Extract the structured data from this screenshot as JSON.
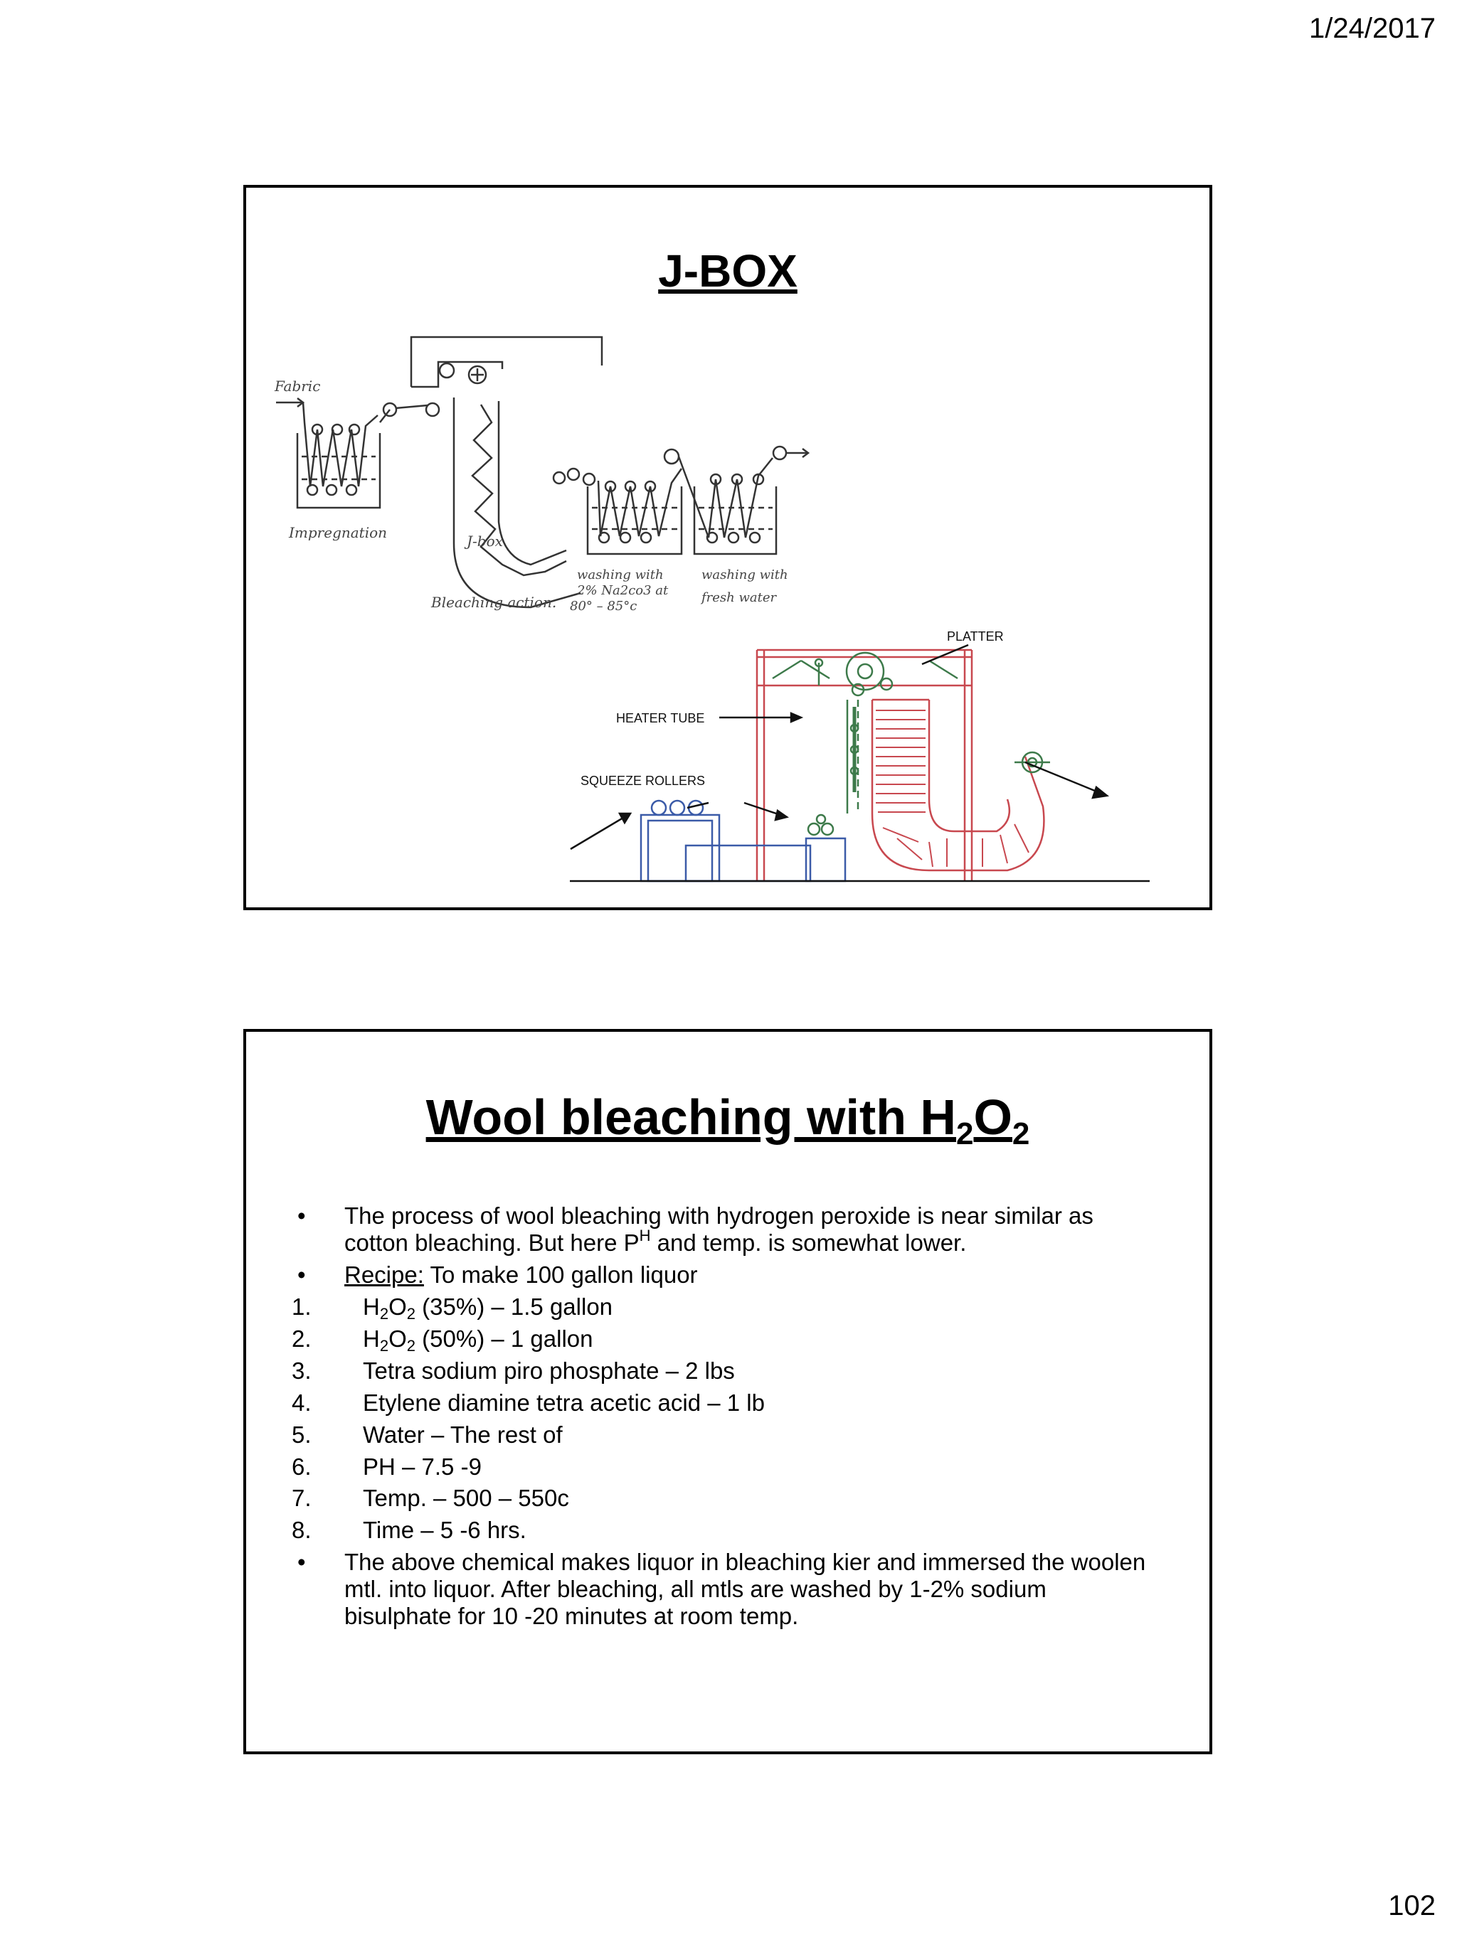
{
  "header": {
    "date": "1/24/2017"
  },
  "footer": {
    "page_number": "102"
  },
  "slide1": {
    "title": "J-BOX",
    "sketch": {
      "fabric": "Fabric",
      "impregnation": "Impregnation",
      "jbox": "J-box",
      "bleaching_action": "Bleaching action.",
      "wash1_l1": "washing with",
      "wash1_l2": "2% Na2co3 at",
      "wash1_l3": "80° – 85°c",
      "wash2_l1": "washing with",
      "wash2_l2": "fresh water"
    },
    "machine": {
      "platter": "PLATTER",
      "heater_tube": "HEATER TUBE",
      "squeeze_rollers": "SQUEEZE ROLLERS"
    }
  },
  "slide2": {
    "title_main": "Wool bleaching with H",
    "title_sub1": "2",
    "title_mid": "O",
    "title_sub2": "2",
    "b1_text": "The process of wool bleaching with hydrogen peroxide is near similar as cotton bleaching. But here P",
    "b1_sup": "H",
    "b1_tail": " and temp. is somewhat lower.",
    "b2_label": "Recipe:",
    "b2_text": " To make 100 gallon liquor",
    "items": [
      {
        "n": "1.",
        "pre": "H",
        "s1": "2",
        "mid": "O",
        "s2": "2",
        "text": " (35%) – 1.5 gallon"
      },
      {
        "n": "2.",
        "pre": "H",
        "s1": "2",
        "mid": "O",
        "s2": "2",
        "text": " (50%) – 1 gallon"
      },
      {
        "n": "3.",
        "text": "Tetra sodium piro phosphate – 2 lbs"
      },
      {
        "n": "4.",
        "text": "Etylene diamine tetra acetic acid – 1 lb"
      },
      {
        "n": "5.",
        "text": "Water – The rest of"
      },
      {
        "n": "6.",
        "text": "PH – 7.5 -9"
      },
      {
        "n": "7.",
        "text": "Temp. – 500 – 550c"
      },
      {
        "n": "8.",
        "text": "Time – 5 -6 hrs."
      }
    ],
    "b3_text": "The above chemical makes liquor in bleaching kier and immersed the woolen mtl. into liquor. After bleaching, all mtls are washed by 1-2% sodium bisulphate for 10 -20 minutes at room temp."
  },
  "colors": {
    "machine_red": "#c8484f",
    "machine_blue": "#3b5ba8",
    "machine_green": "#3d7a4a"
  }
}
